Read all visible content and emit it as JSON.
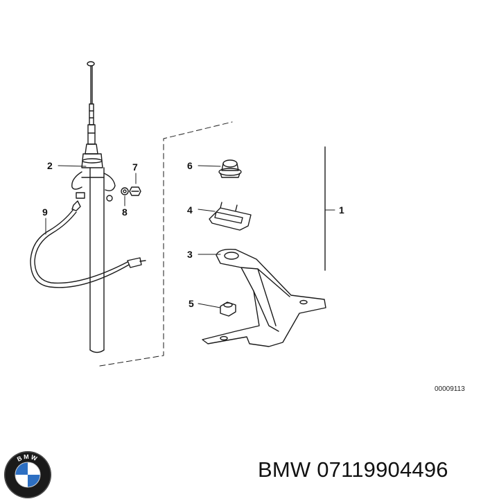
{
  "diagram": {
    "callouts": {
      "p1": "1",
      "p2": "2",
      "p3": "3",
      "p4": "4",
      "p5": "5",
      "p6": "6",
      "p7": "7",
      "p8": "8",
      "p9": "9"
    },
    "ref_code": "00009113"
  },
  "logo": {
    "text": "BMW",
    "colors": {
      "ring": "#1a1a1a",
      "blue": "#2d6fc2",
      "white": "#ffffff"
    }
  },
  "caption": {
    "brand": "BMW",
    "part_number": "07119904496"
  }
}
